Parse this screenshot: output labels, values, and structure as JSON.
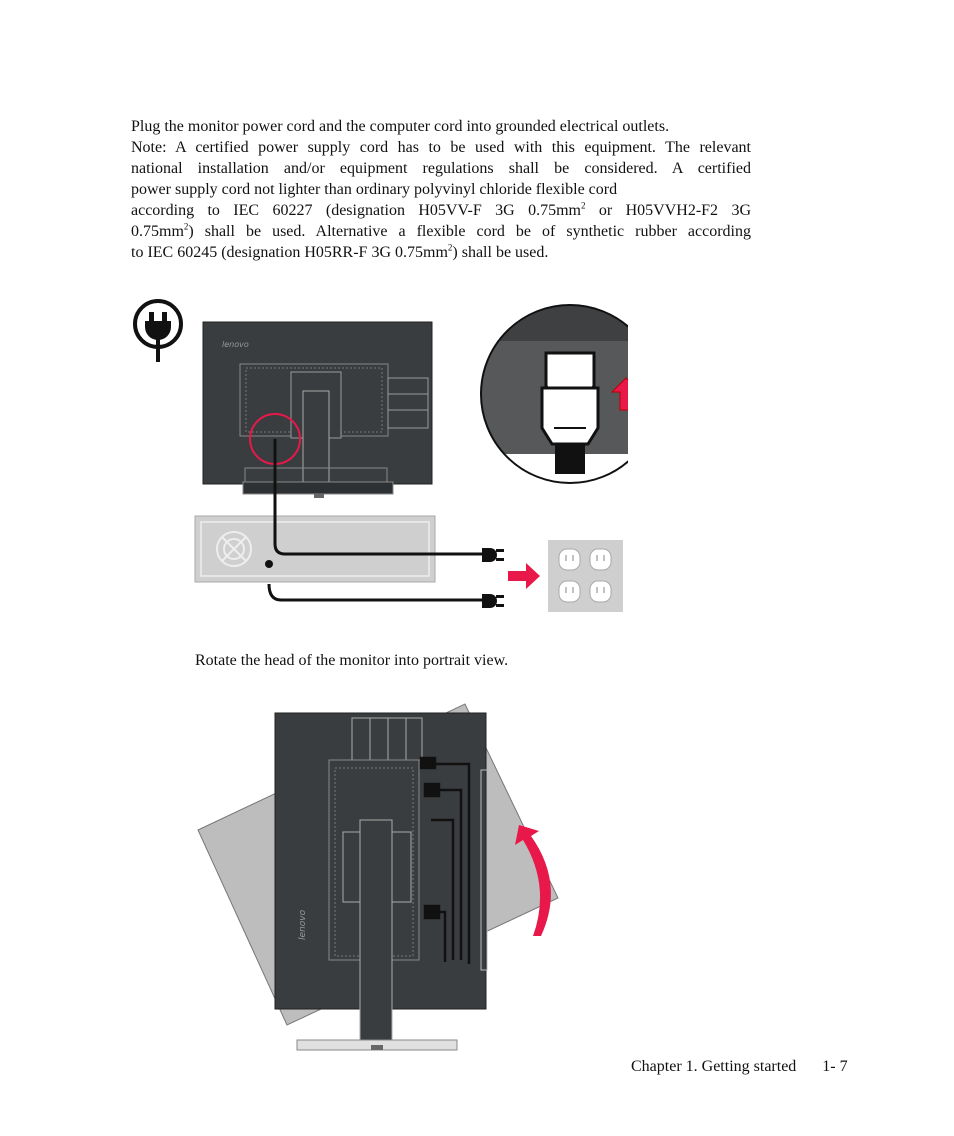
{
  "paragraph": {
    "line1": "Plug the monitor power cord and the computer cord into grounded electrical outlets.",
    "line2": "Note: A certified power supply cord has to be used with this equipment. The relevant",
    "line3": "national installation and/or equipment regulations shall be considered. A certified",
    "line4": "power supply cord not lighter than ordinary polyvinyl chloride flexible cord",
    "line5": "according to IEC 60227 (designation H05VV-F 3G 0.75mm",
    "line5_sup": "2",
    "line5_end": " or H05VVH2-F2 3G",
    "line6": "0.75mm",
    "line6_sup": "2",
    "line6_end": ") shall be used. Alternative a flexible cord be of synthetic rubber according",
    "line7": "to IEC 60245 (designation H05RR-F 3G 0.75mm",
    "line7_sup": "2",
    "line7_end": ") shall be used."
  },
  "figure1": {
    "brand_text": "lenovo",
    "colors": {
      "monitor": "#3a3d3f",
      "pc_case": "#cfcfcf",
      "highlight": "#e8194a",
      "zoom_bg": "#56585a"
    },
    "icons": [
      "power-plug-icon",
      "outlet-icon",
      "arrow-right-icon",
      "arrow-up-icon"
    ]
  },
  "caption2": "Rotate the head of the monitor into portrait view.",
  "figure2": {
    "brand_text": "lenovo",
    "icons": [
      "rotate-arrow-icon"
    ]
  },
  "footer": {
    "chapter": "Chapter 1. Getting started",
    "page": "1- 7"
  }
}
